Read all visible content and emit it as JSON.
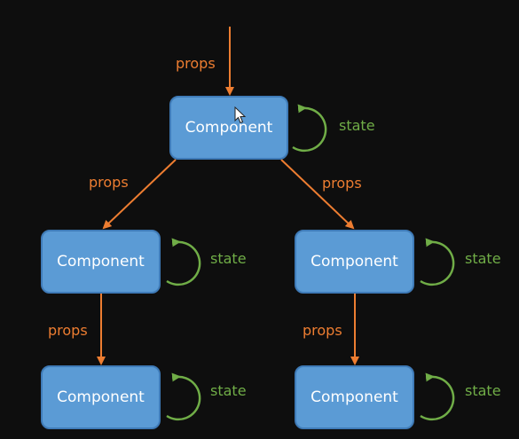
{
  "diagram": {
    "nodes": [
      {
        "id": "root",
        "label": "Component",
        "state_label": "state"
      },
      {
        "id": "left",
        "label": "Component",
        "state_label": "state"
      },
      {
        "id": "right",
        "label": "Component",
        "state_label": "state"
      },
      {
        "id": "left-child",
        "label": "Component",
        "state_label": "state"
      },
      {
        "id": "right-child",
        "label": "Component",
        "state_label": "state"
      }
    ],
    "edges": [
      {
        "from": "",
        "to": "root",
        "label": "props"
      },
      {
        "from": "root",
        "to": "left",
        "label": "props"
      },
      {
        "from": "root",
        "to": "right",
        "label": "props"
      },
      {
        "from": "left",
        "to": "left-child",
        "label": "props"
      },
      {
        "from": "right",
        "to": "right-child",
        "label": "props"
      }
    ]
  },
  "colors": {
    "background": "#0e0e0e",
    "node_fill": "#5b9bd5",
    "node_border": "#3f7bb8",
    "node_text": "#ffffff",
    "props_arrow": "#ed7d31",
    "state_loop": "#70ad47"
  }
}
